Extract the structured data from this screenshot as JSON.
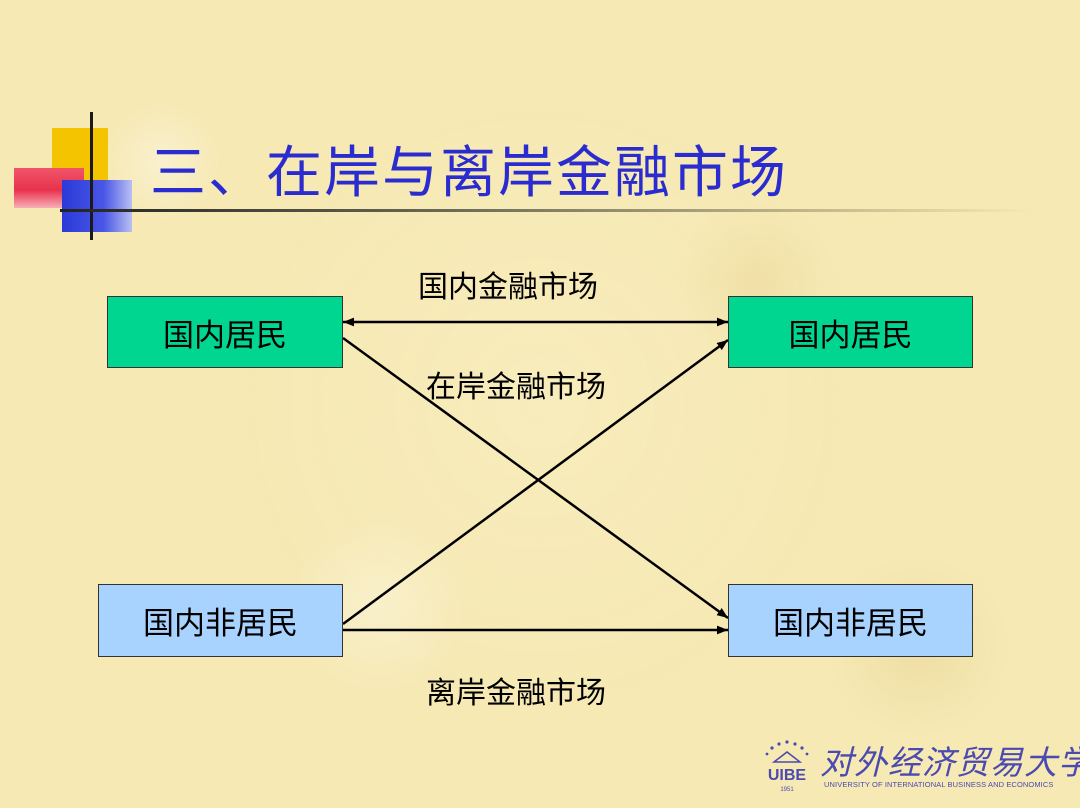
{
  "title": "三、在岸与离岸金融市场",
  "boxes": {
    "top_left": "国内居民",
    "top_right": "国内居民",
    "bottom_left": "国内非居民",
    "bottom_right": "国内非居民"
  },
  "labels": {
    "domestic_market": "国内金融市场",
    "onshore_market": "在岸金融市场",
    "offshore_market": "离岸金融市场"
  },
  "logo": {
    "name_cn": "对外经济贸易大学",
    "name_en": "UNIVERSITY OF INTERNATIONAL BUSINESS AND ECONOMICS",
    "emblem_text": "UIBE",
    "emblem_year": "1951"
  },
  "colors": {
    "title": "#2b2ccf",
    "resident_box": "#00d68f",
    "nonresident_box": "#a9d3ff",
    "background": "#f6e9b4"
  }
}
